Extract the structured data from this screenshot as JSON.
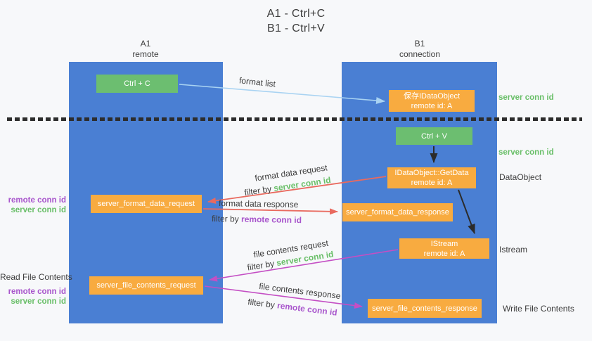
{
  "title": {
    "line1": "A1 - Ctrl+C",
    "line2": "B1 - Ctrl+V"
  },
  "columns": {
    "left": {
      "name": "A1",
      "role": "remote"
    },
    "right": {
      "name": "B1",
      "role": "connection"
    }
  },
  "nodes": {
    "ctrl_c": {
      "label": "Ctrl + C"
    },
    "ctrl_v": {
      "label": "Ctrl + V"
    },
    "save_dataobject": {
      "line1": "保存IDataObject",
      "line2": "remote id: A"
    },
    "getdata": {
      "line1": "IDataObject::GetData",
      "line2": "remote id: A"
    },
    "istream": {
      "line1": "IStream",
      "line2": "remote id: A"
    },
    "format_request": {
      "label": "server_format_data_request"
    },
    "format_response": {
      "label": "server_format_data_response"
    },
    "file_request": {
      "label": "server_file_contents_request"
    },
    "file_response": {
      "label": "server_file_contents_response"
    }
  },
  "arrow_labels": {
    "format_list": "format list",
    "format_data_request": {
      "title": "format data request",
      "filter_prefix": "filter by",
      "filter_key": "server conn id"
    },
    "format_data_response": {
      "title": "format data response",
      "filter_prefix": "filter by",
      "filter_key": "remote conn id"
    },
    "file_contents_request": {
      "title": "file contents request",
      "filter_prefix": "filter by",
      "filter_key": "server conn id"
    },
    "file_contents_response": {
      "title": "file contents response",
      "filter_prefix": "filter by",
      "filter_key": "remote conn id"
    }
  },
  "side_labels": {
    "server_conn_top": "server conn id",
    "server_conn_mid": "server conn id",
    "dataobject": "DataObject",
    "istream": "Istream",
    "write_file_contents": "Write File Contents",
    "read_file_contents": "Read File Contents",
    "left_group1": {
      "remote": "remote conn id",
      "server": "server conn id"
    },
    "left_group2": {
      "remote": "remote conn id",
      "server": "server conn id"
    }
  },
  "colors": {
    "background": "#f7f8fa",
    "column_blue": "#4a7fd3",
    "box_green": "#6cbe70",
    "box_orange": "#f8ab40",
    "box_text": "#ffffff",
    "arrow_lightblue": "#a9d3f2",
    "arrow_red": "#e96a5f",
    "arrow_magenta": "#c44fc4",
    "arrow_black": "#2b2b2b",
    "label_green": "#6abf69",
    "label_purple": "#a855cc",
    "text_dark": "#3d3d3d",
    "dotted_line": "#2d2d2d"
  }
}
